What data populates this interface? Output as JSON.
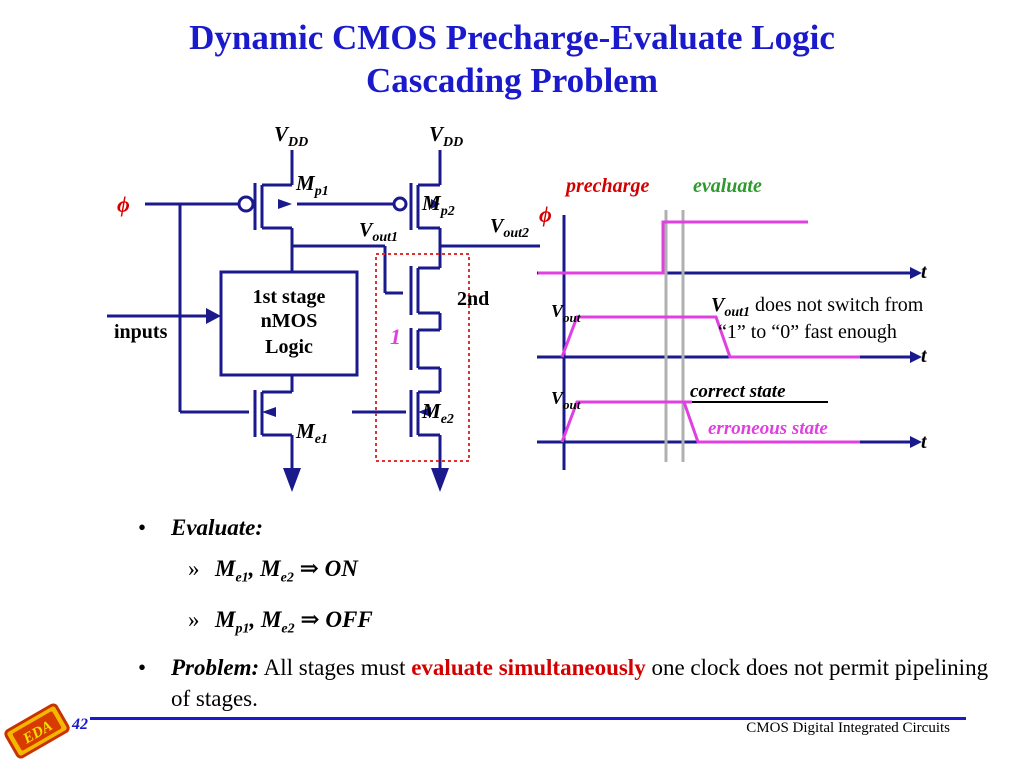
{
  "slide": {
    "title_line1": "Dynamic CMOS Precharge-Evaluate Logic",
    "title_line2": "Cascading Problem",
    "page_number": "42",
    "course_name": "CMOS Digital Integrated Circuits",
    "logo_text": "EDA"
  },
  "circuit": {
    "vdd_base": "V",
    "vdd_sub": "DD",
    "phi": "ϕ",
    "inputs": "inputs",
    "stage1_line1": "1st stage",
    "stage1_line2": "nMOS",
    "stage1_line3": "Logic",
    "second_stage": "2nd",
    "logic_one": "1",
    "m_base": "M",
    "mp1_sub": "p1",
    "mp2_sub": "p2",
    "me1_sub": "e1",
    "me2_sub": "e2",
    "v_base": "V",
    "vout1_sub": "out1",
    "vout2_sub": "out2"
  },
  "timing": {
    "precharge": "precharge",
    "evaluate": "evaluate",
    "phi": "ϕ",
    "t_label": "t",
    "vout_base": "V",
    "vout_sub": "out",
    "note_sub": "out1",
    "note_rest": " does not switch from",
    "note_line2": "“1” to “0” fast enough",
    "correct_state": "correct state",
    "erroneous_state": "erroneous state"
  },
  "bullets": {
    "evaluate_heading": "Evaluate:",
    "sub1": "M",
    "sub1_a": "e1",
    "sub1_b": ", M",
    "sub1_c": "e2",
    "sub1_arrow": " ⇒ ",
    "sub1_d": "ON",
    "sub2": "M",
    "sub2_a": "p1",
    "sub2_b": ", M",
    "sub2_c": "e2",
    "sub2_arrow": " ⇒ ",
    "sub2_d": "OFF",
    "problem_label": "Problem:",
    "problem_text1": " All stages must ",
    "problem_highlight": "evaluate simultaneously",
    "problem_text2": " one clock does not permit pipelining of stages.",
    "bullet_char": "•",
    "sub_bullet_char": "»"
  },
  "colors": {
    "title": "#1a1acc",
    "wire": "#1a1a8c",
    "waveform": "#e040e0",
    "precharge": "#d40000",
    "evaluate": "#2e9a2e",
    "highlight": "#d40000"
  }
}
